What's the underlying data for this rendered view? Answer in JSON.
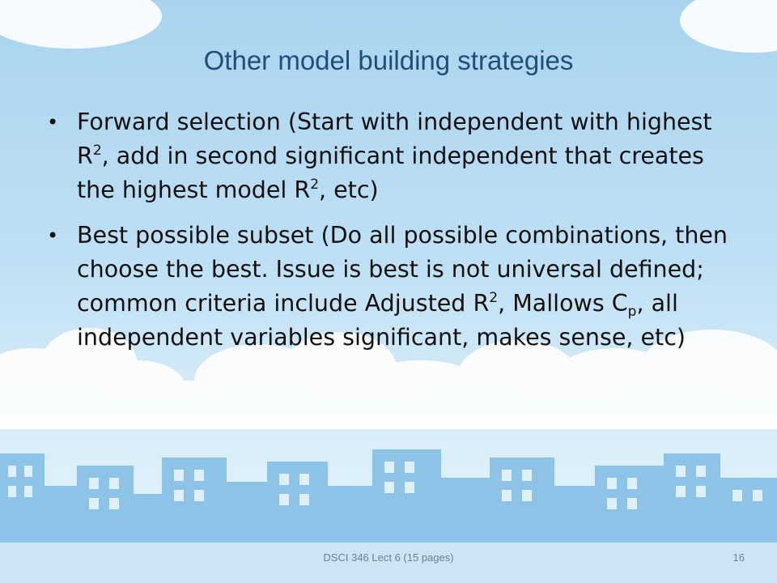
{
  "slide": {
    "title": "Other model building strategies",
    "bullets": [
      {
        "p1": "Forward selection (Start with independent with highest R",
        "sup1": "2",
        "p2": ", add in second significant independent that creates the highest model R",
        "sup2": "2",
        "p3": ", etc)"
      },
      {
        "p1": "Best possible subset  (Do all possible combinations, then choose the best. Issue is best is not universal defined; common criteria include Adjusted R",
        "sup1": "2",
        "p2": ", Mallows C",
        "sub1": "p",
        "p3": ", all independent variables significant, makes sense, etc)"
      }
    ],
    "bullet_symbol": "•",
    "footer_text": "DSCI 346 Lect 6 (15 pages)",
    "page_number": "16"
  },
  "colors": {
    "title": "#1f4e79",
    "body_text": "#111111",
    "sky_top": "#a9d4ef",
    "buildings": "#8ec3e8",
    "windows": "#dff0fb",
    "clouds": "#ffffff"
  },
  "icons": [
    "cloud-decoration",
    "city-skyline-decoration"
  ]
}
